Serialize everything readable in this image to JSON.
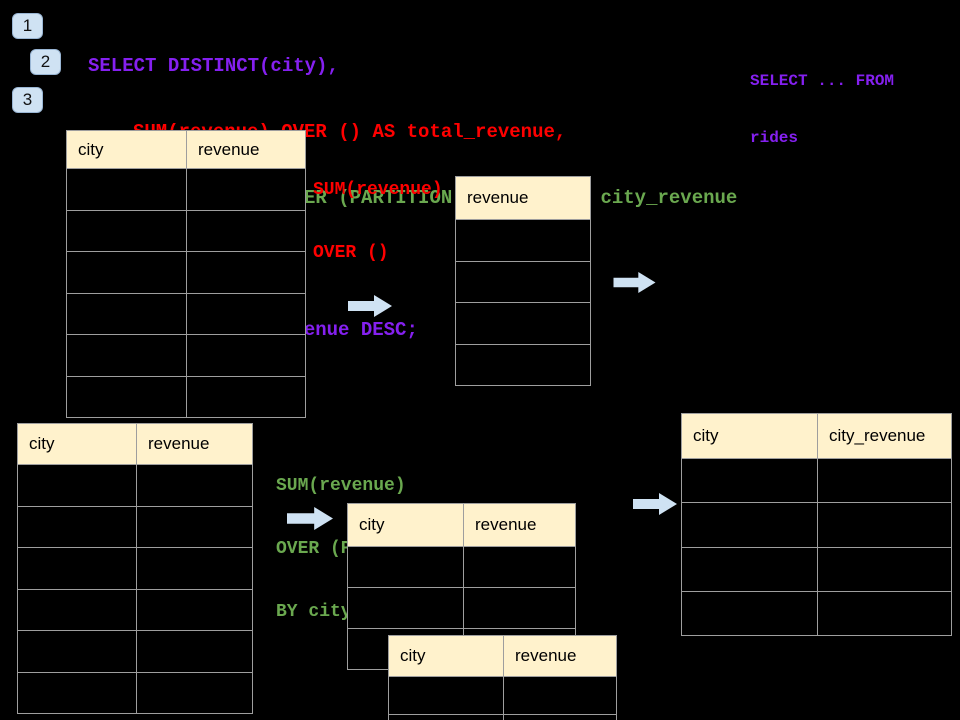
{
  "colors": {
    "background": "#000000",
    "purple": "#8520F0",
    "red": "#FF0000",
    "green": "#6AA84F",
    "arrow_blue": "#CFE2F3",
    "header_cream": "#FFF2CC",
    "table_border": "#9E9E9E"
  },
  "badges": [
    {
      "label": "1"
    },
    {
      "label": "2"
    },
    {
      "label": "3"
    }
  ],
  "code": {
    "lines": [
      {
        "text": "SELECT DISTINCT(city),",
        "color": "purple",
        "indent": 0
      },
      {
        "text": "SUM(revenue) OVER () AS total_revenue,",
        "color": "red",
        "indent": 4
      },
      {
        "text": "SUM(revenue) OVER (PARTITION BY city) as city_revenue",
        "color": "green",
        "indent": 4
      },
      {
        "text": "FROM rides",
        "color": "purple",
        "indent": 2
      },
      {
        "text": "ORDER by city_revenue DESC;",
        "color": "purple",
        "indent": 2
      }
    ]
  },
  "side_note": {
    "line1": "SELECT ... FROM",
    "line2": "rides",
    "color": "purple"
  },
  "annotations": {
    "total": {
      "line1": "SUM(revenue)",
      "line2": "OVER ()",
      "color": "red"
    },
    "partition": {
      "line1": "SUM(revenue)",
      "line2": "OVER (PARTITION",
      "line3": "BY city)",
      "color": "green"
    }
  },
  "tables": {
    "source_top": {
      "columns": [
        "city",
        "revenue"
      ],
      "empty_rows": 6
    },
    "total_revenue": {
      "columns": [
        "revenue"
      ],
      "empty_rows": 4
    },
    "source_bottom": {
      "columns": [
        "city",
        "revenue"
      ],
      "empty_rows": 6
    },
    "partition_mid": {
      "columns": [
        "city",
        "revenue"
      ],
      "empty_rows": 3
    },
    "partition_overlay": {
      "columns": [
        "city",
        "revenue"
      ],
      "empty_rows": 2
    },
    "result_right": {
      "columns": [
        "city",
        "city_revenue"
      ],
      "empty_rows": 4
    }
  }
}
